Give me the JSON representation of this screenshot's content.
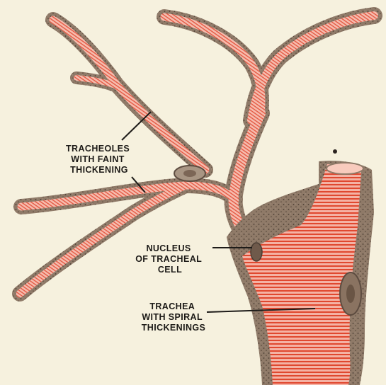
{
  "labels": {
    "tracheoles": [
      "TRACHEOLES",
      "WITH FAINT",
      "THICKENING"
    ],
    "nucleus": [
      "NUCLEUS",
      "OF TRACHEAL",
      "CELL"
    ],
    "trachea": [
      "TRACHEA",
      "WITH SPIRAL",
      "THICKENINGS"
    ]
  },
  "colors": {
    "background": "#f6f1de",
    "wall": "#8f7a68",
    "wall_speckle": "#4a3d33",
    "lumen": "#f09a8a",
    "spiral": "#e0482f",
    "leader_line": "#1d1b18"
  }
}
